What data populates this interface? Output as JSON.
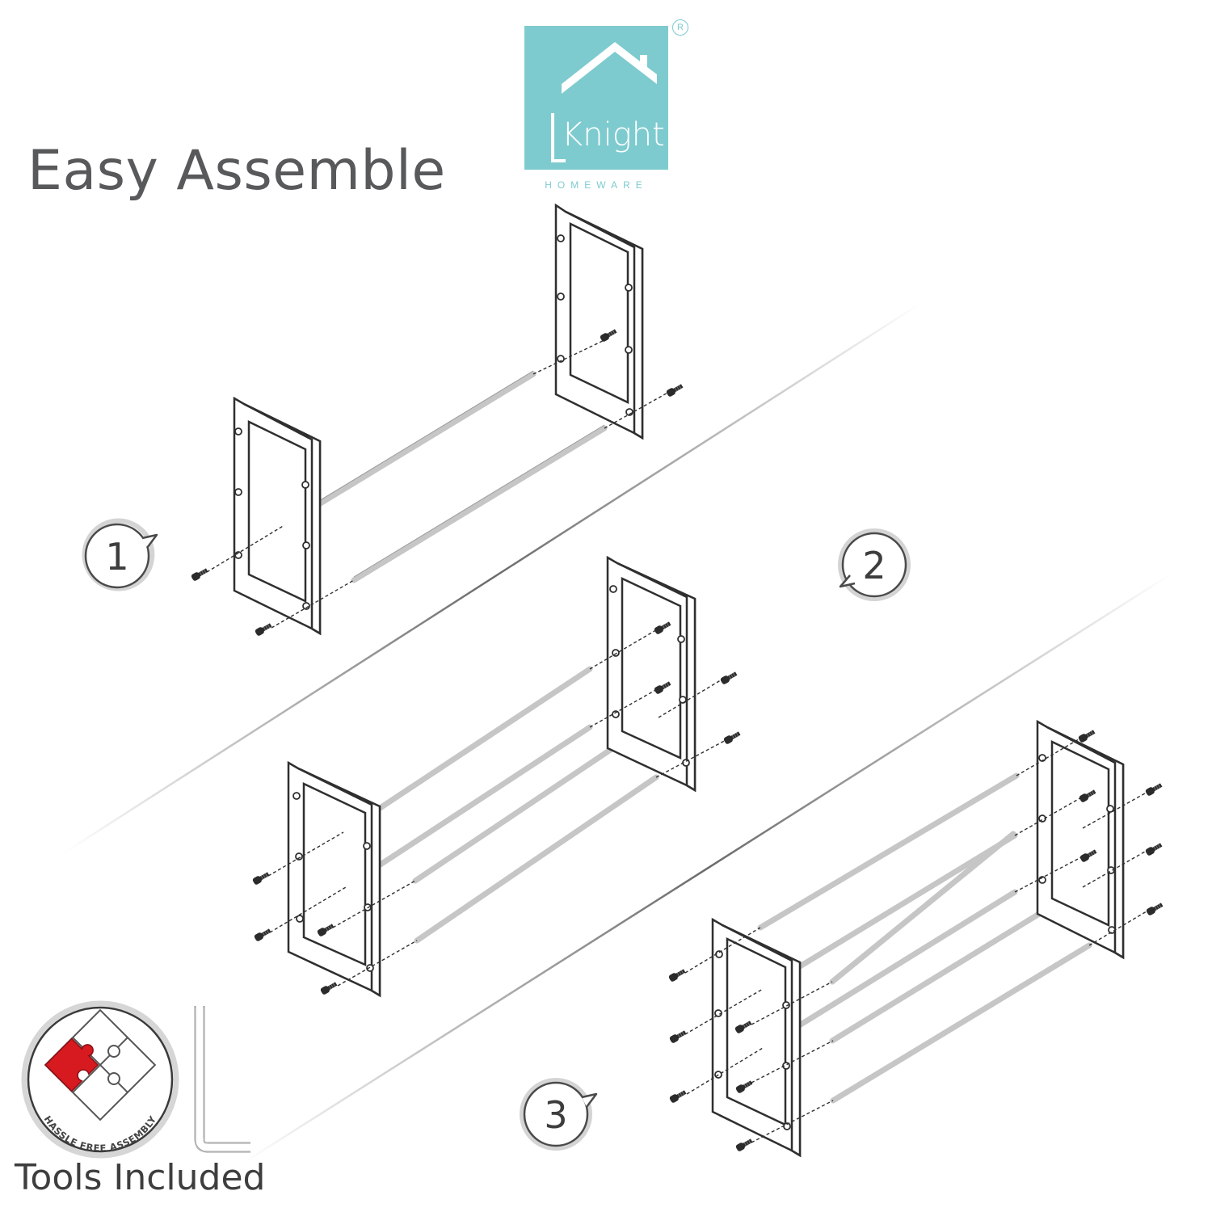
{
  "heading": "Easy Assemble",
  "brand": {
    "name": "Knight",
    "subtitle": "HOMEWARE",
    "registered_mark": "R",
    "color": "#7ecbcf"
  },
  "steps": [
    {
      "number": "1"
    },
    {
      "number": "2"
    },
    {
      "number": "3"
    }
  ],
  "badge": {
    "text": "HASSLE FREE ASSEMBLY",
    "icon": "puzzle-icon",
    "accent_color": "#d71920"
  },
  "tools": {
    "label": "Tools Included",
    "icon": "allen-key-icon"
  },
  "colors": {
    "text": "#58595b",
    "frame_stroke": "#2f2f2f",
    "rod": "#c8c8c8"
  }
}
